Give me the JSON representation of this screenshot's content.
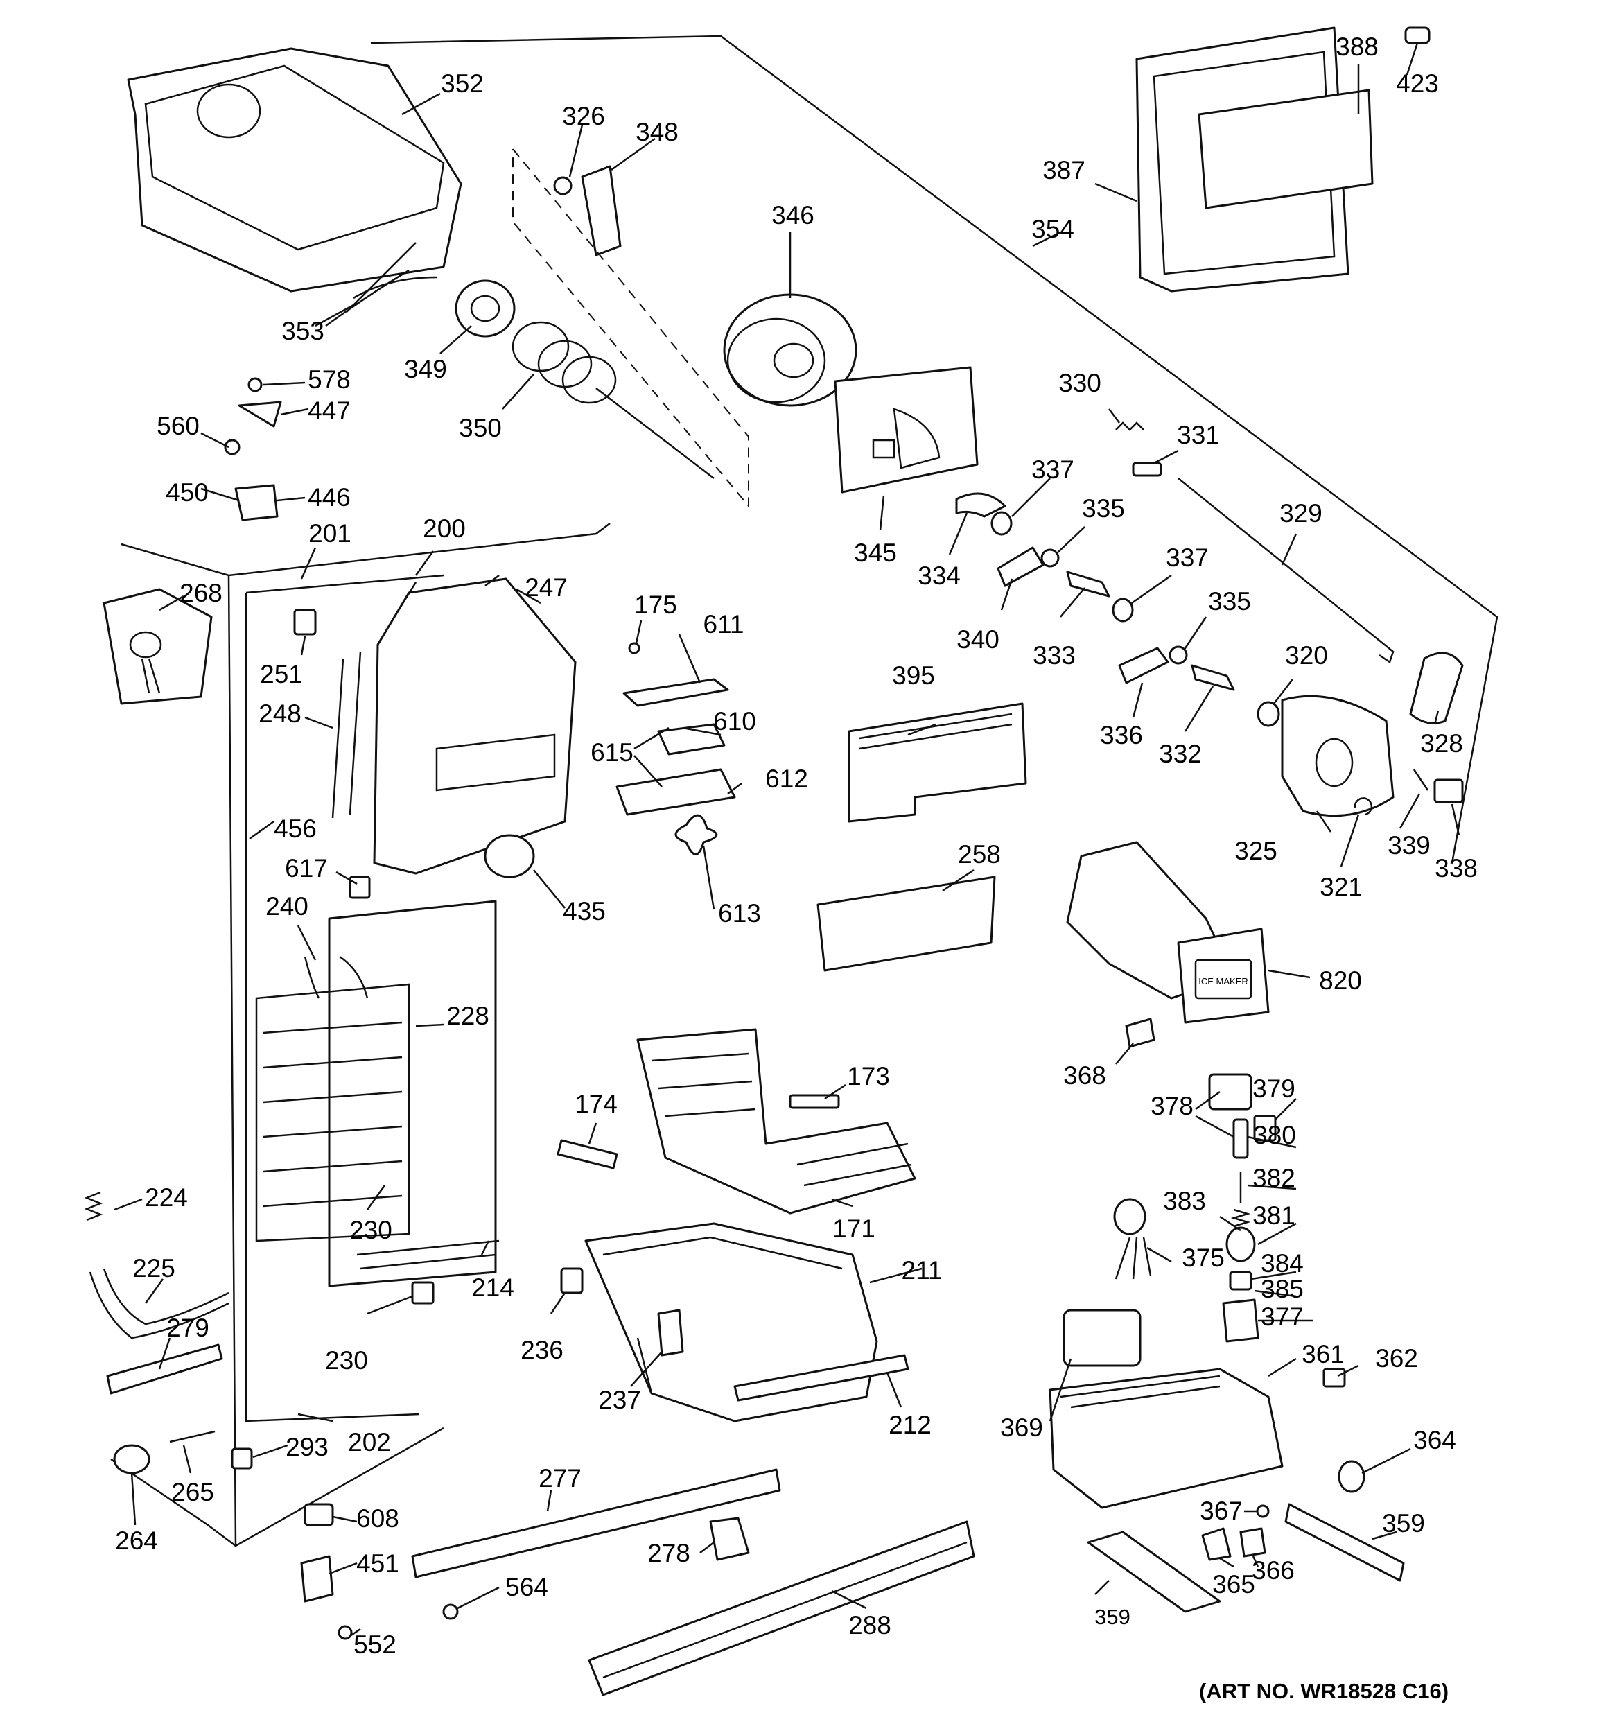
{
  "diagram": {
    "art_number": "(ART NO. WR18528 C16)",
    "ice_maker_label": "ICE MAKER",
    "callouts": {
      "c352": "352",
      "c326": "326",
      "c348": "348",
      "c346": "346",
      "c353": "353",
      "c349": "349",
      "c350": "350",
      "c578": "578",
      "c447": "447",
      "c560": "560",
      "c450": "450",
      "c446": "446",
      "c388": "388",
      "c423": "423",
      "c387": "387",
      "c354": "354",
      "c345": "345",
      "c330": "330",
      "c331": "331",
      "c337a": "337",
      "c335a": "335",
      "c334": "334",
      "c340": "340",
      "c333": "333",
      "c337b": "337",
      "c335b": "335",
      "c329": "329",
      "c336": "336",
      "c332": "332",
      "c320": "320",
      "c328": "328",
      "c325": "325",
      "c321": "321",
      "c339": "339",
      "c338": "338",
      "c201": "201",
      "c200": "200",
      "c247": "247",
      "c268": "268",
      "c251": "251",
      "c248": "248",
      "c175": "175",
      "c611": "611",
      "c610": "610",
      "c615": "615",
      "c612": "612",
      "c456": "456",
      "c617": "617",
      "c435": "435",
      "c613": "613",
      "c240": "240",
      "c228": "228",
      "c395": "395",
      "c258": "258",
      "c820": "820",
      "c368": "368",
      "c173": "173",
      "c174": "174",
      "c171": "171",
      "c378": "378",
      "c379": "379",
      "c380": "380",
      "c382": "382",
      "c381": "381",
      "c383": "383",
      "c375": "375",
      "c384": "384",
      "c385": "385",
      "c377": "377",
      "c224": "224",
      "c225": "225",
      "c230a": "230",
      "c214": "214",
      "c211": "211",
      "c236": "236",
      "c279": "279",
      "c230b": "230",
      "c237": "237",
      "c212": "212",
      "c361": "361",
      "c362": "362",
      "c369": "369",
      "c293": "293",
      "c202": "202",
      "c265": "265",
      "c264": "264",
      "c277": "277",
      "c608": "608",
      "c278": "278",
      "c364": "364",
      "c367": "367",
      "c359a": "359",
      "c451": "451",
      "c564": "564",
      "c552": "552",
      "c288": "288",
      "c365": "365",
      "c366": "366",
      "c359b": "359"
    }
  }
}
